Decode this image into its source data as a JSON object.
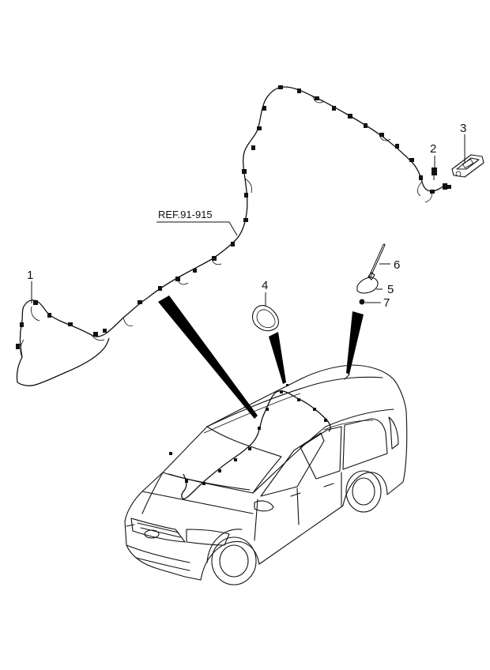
{
  "reference": "REF.91-915",
  "callouts": [
    "1",
    "2",
    "3",
    "4",
    "5",
    "6",
    "7"
  ]
}
